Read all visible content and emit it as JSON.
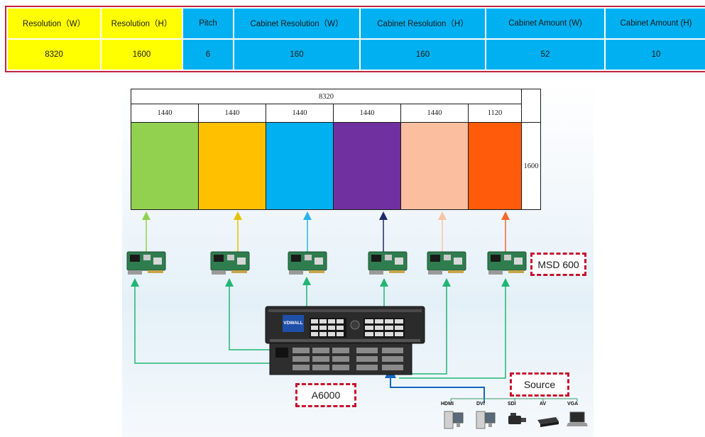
{
  "spec_table": {
    "headers": [
      "Resolution（W）",
      "Resolution（H）",
      "Pitch",
      "Cabinet Resolution（W）",
      "Cabinet Resolution（H）",
      "Cabinet Amount (W)",
      "Cabinet Amount (H)"
    ],
    "values": [
      "8320",
      "1600",
      "6",
      "160",
      "160",
      "52",
      "10"
    ]
  },
  "screen": {
    "total_width": "8320",
    "height": "1600",
    "segments": [
      {
        "width": "1440",
        "color": "#92d050"
      },
      {
        "width": "1440",
        "color": "#ffc000"
      },
      {
        "width": "1440",
        "color": "#00b0f0"
      },
      {
        "width": "1440",
        "color": "#7030a0"
      },
      {
        "width": "1440",
        "color": "#fbbf9f"
      },
      {
        "width": "1120",
        "color": "#ff5b0a"
      }
    ]
  },
  "arrow_colors": [
    "#92d050",
    "#e6c200",
    "#2ab4e8",
    "#1f2a6b",
    "#fac3a6",
    "#f06a2a"
  ],
  "link_color": "#22b573",
  "source_link_color": "#1565c0",
  "receiver_label": "MSD 600",
  "controller_label": "A6000",
  "source_label": "Source",
  "controller_brand": "VDWALL",
  "sources": [
    "HDMI",
    "DVI",
    "SDI",
    "AV",
    "VGA"
  ]
}
